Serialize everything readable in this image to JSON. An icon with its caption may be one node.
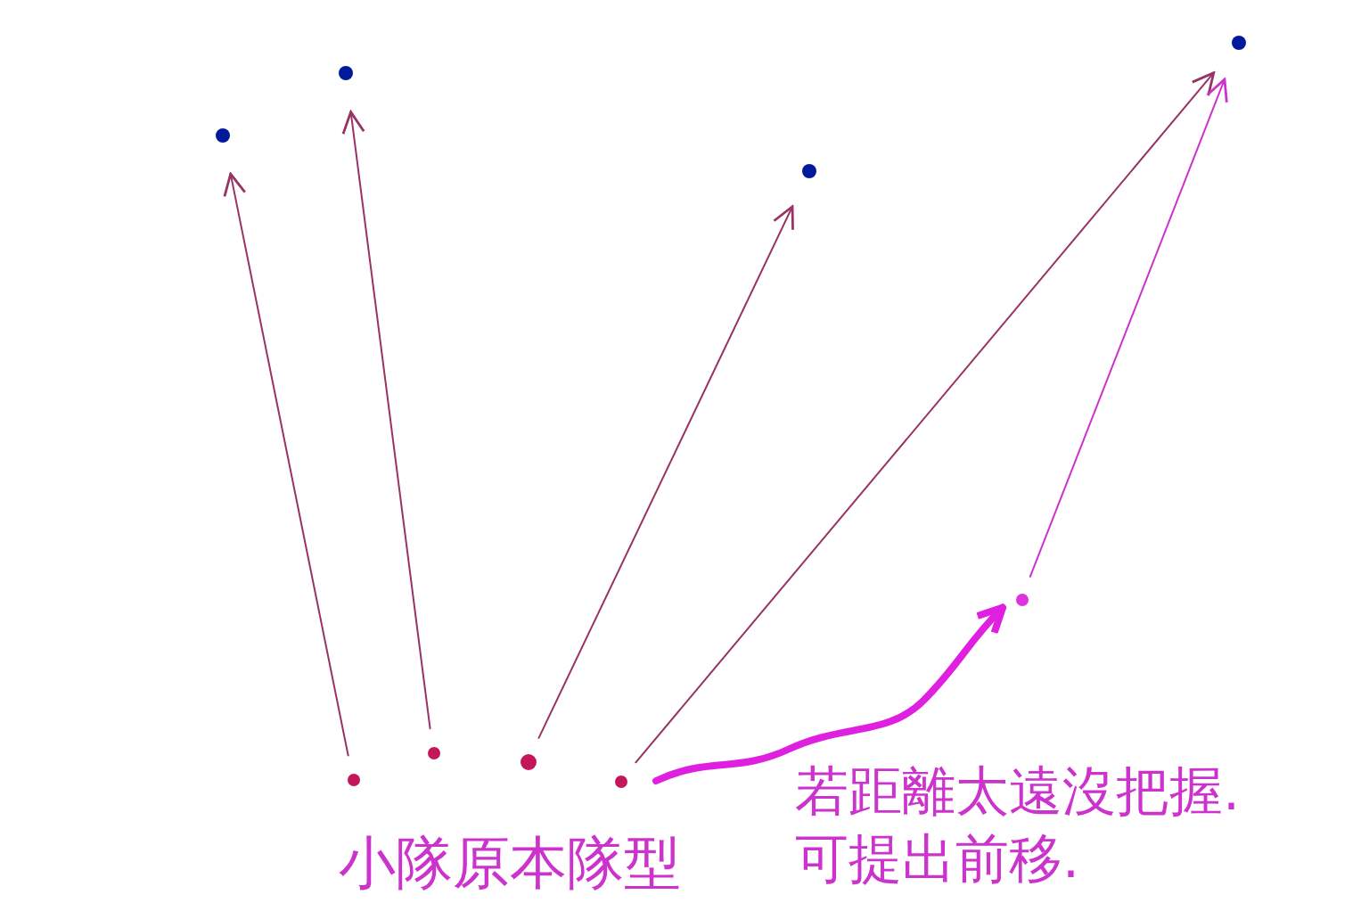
{
  "diagram": {
    "nodes": [
      {
        "text": [],
        "shape": "circle"
      },
      {
        "text": [],
        "shape": "circle"
      },
      {
        "text": [],
        "shape": "circle"
      },
      {
        "text": [],
        "shape": "circle"
      },
      {
        "text": [],
        "shape": "circle"
      },
      {
        "text": [],
        "shape": "circle"
      },
      {
        "text": [],
        "shape": "circle"
      },
      {
        "text": [],
        "shape": "circle"
      },
      {
        "text": [],
        "shape": "circle"
      }
    ],
    "edges": [
      {
        "from": 5,
        "to": 0,
        "arrow": "to"
      },
      {
        "from": 6,
        "to": 1,
        "arrow": "to"
      },
      {
        "from": 7,
        "to": 2,
        "arrow": "to"
      },
      {
        "from": 8,
        "to": 3,
        "arrow": "to"
      },
      {
        "from": 4,
        "to": 3,
        "arrow": "to",
        "color": "#cc33cc"
      },
      {
        "from": 8,
        "to": 4,
        "arrow": "to",
        "style": "thick",
        "color": "#e020e0"
      }
    ],
    "labels": [
      "小隊原本隊型",
      "若距離太遠沒把握.",
      "可提出前移."
    ]
  }
}
